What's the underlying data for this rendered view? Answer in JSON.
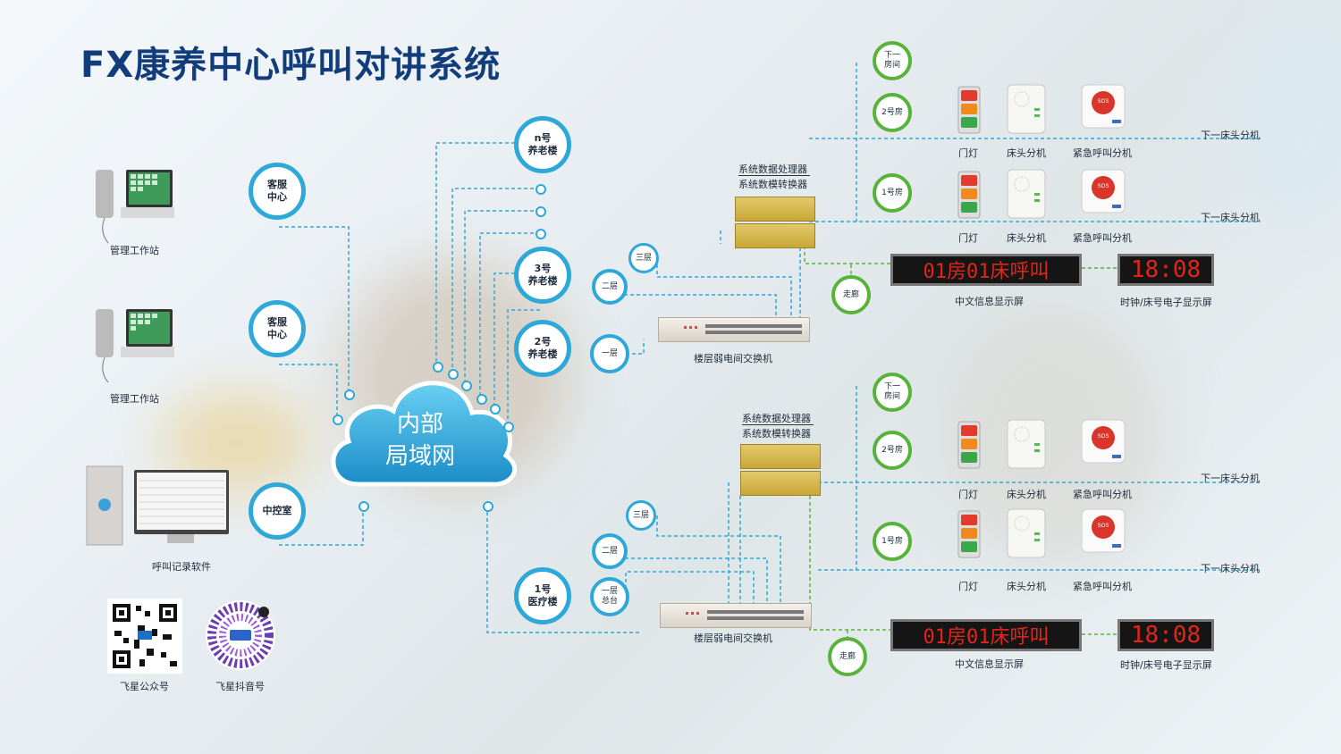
{
  "title": "FX康养中心呼叫对讲系统",
  "cloud": {
    "line1": "内部",
    "line2": "局域网"
  },
  "left": {
    "ws1": "管理工作站",
    "ws2": "管理工作站",
    "record": "呼叫记录软件",
    "svc1": "客服\n中心",
    "svc2": "客服\n中心",
    "control": "中控室",
    "qr1": "飞星公众号",
    "qr2": "飞星抖音号"
  },
  "buildings": {
    "n": "n号\n养老楼",
    "b3": "3号\n养老楼",
    "b2": "2号\n养老楼",
    "b1": "1号\n医疗楼"
  },
  "floors_top": {
    "f3": "三层",
    "f2": "二层",
    "f1": "一层"
  },
  "floors_bottom": {
    "f3": "三层",
    "f2": "二层",
    "f1": "一层\n总台"
  },
  "equipment": {
    "proc_line1": "系统数据处理器",
    "proc_line2": "系统数模转换器",
    "switch": "楼层弱电间交换机"
  },
  "rooms": {
    "next": "下一\n房间",
    "r2": "2号房",
    "r1": "1号房",
    "corridor": "走廊"
  },
  "devices": {
    "door": "门灯",
    "bed": "床头分机",
    "sos": "紧急呼叫分机",
    "next_bed": "下一床头分机"
  },
  "displays": {
    "led_text": "01房01床呼叫",
    "clock_text": "18:08",
    "led_label": "中文信息显示屏",
    "clock_label": "时钟/床号电子显示屏"
  },
  "colors": {
    "primary": "#2ea8d8",
    "green": "#58b33a",
    "title": "#123d7a",
    "led": "#e0261b"
  }
}
